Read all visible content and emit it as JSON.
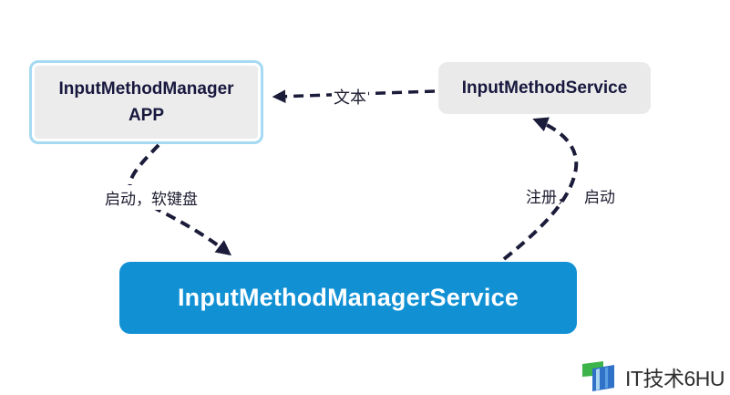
{
  "diagram": {
    "nodes": {
      "app": {
        "line1": "InputMethodManager",
        "line2": "APP"
      },
      "input_method_service": {
        "label": "InputMethodService"
      },
      "input_method_manager_service": {
        "label": "InputMethodManagerService"
      }
    },
    "edges": {
      "text_flow": {
        "label": "文本",
        "from": "InputMethodService",
        "to": "InputMethodManager APP",
        "style": "dashed-arrow"
      },
      "start_softkeyboard": {
        "label_part1": "启动，软键盘",
        "from": "InputMethodManager APP",
        "to": "InputMethodManagerService",
        "style": "dashed-arrow"
      },
      "register_start": {
        "label_part1": "注册，",
        "label_part2": "启动",
        "from": "InputMethodManagerService",
        "to": "InputMethodService",
        "style": "dashed-arrow"
      }
    },
    "colors": {
      "manager_service_bg": "#1191d4",
      "app_box_border": "#a5daf2",
      "box_fill": "#ececec",
      "arrow": "#1b1b3a",
      "box_text": "#18183f",
      "logo_green": "#3cb44a",
      "logo_blue": "#2f72c8"
    }
  },
  "watermark": {
    "text": "IT技术6HU",
    "icon": "open-book-logo-icon"
  }
}
